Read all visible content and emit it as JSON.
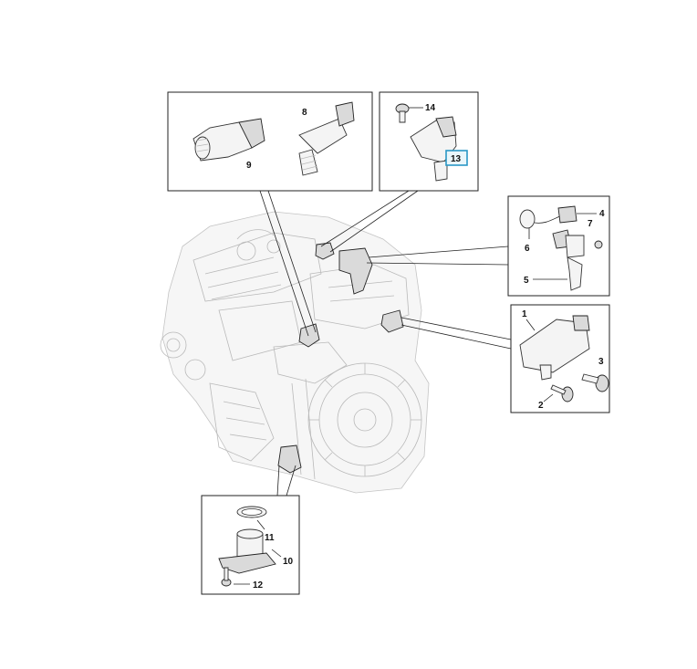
{
  "callouts": {
    "c1": "1",
    "c2": "2",
    "c3": "3",
    "c4": "4",
    "c5": "5",
    "c6": "6",
    "c7": "7",
    "c8": "8",
    "c9": "9",
    "c10": "10",
    "c11": "11",
    "c12": "12",
    "c13": "13",
    "c14": "14"
  },
  "highlighted_callout": "13",
  "colors": {
    "line": "#222222",
    "highlight": "#2a98c6",
    "ghost": "#b9b9b9"
  }
}
